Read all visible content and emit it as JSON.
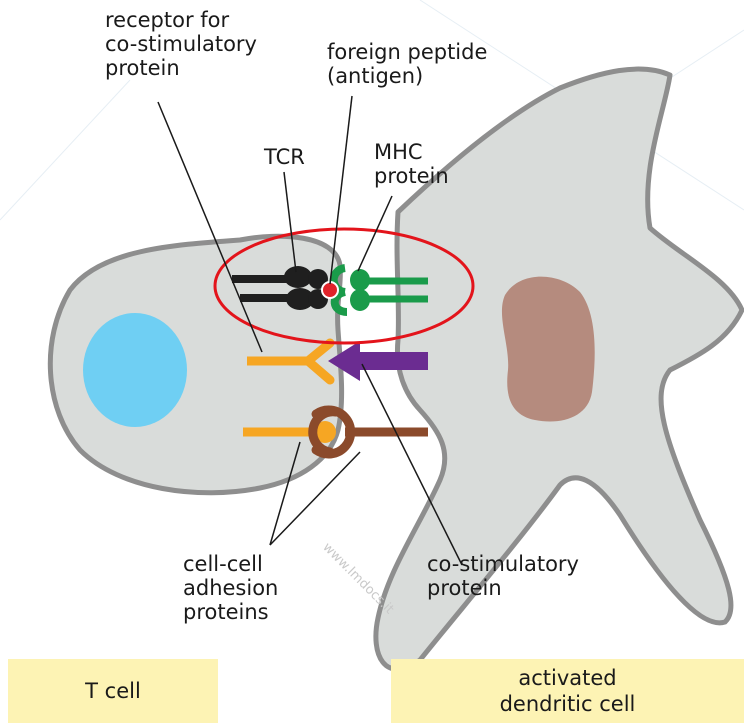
{
  "labels": {
    "receptor_line1": "receptor for",
    "receptor_line2": "co-stimulatory",
    "receptor_line3": "protein",
    "peptide_line1": "foreign peptide",
    "peptide_line2": "(antigen)",
    "tcr": "TCR",
    "mhc_line1": "MHC",
    "mhc_line2": "protein",
    "adhesion_line1": "cell-cell",
    "adhesion_line2": "adhesion",
    "adhesion_line3": "proteins",
    "costim_line1": "co-stimulatory",
    "costim_line2": "protein"
  },
  "boxes": {
    "t_cell": "T cell",
    "dendritic_line1": "activated",
    "dendritic_line2": "dendritic cell"
  },
  "watermark": "www.lmdocs.it",
  "colors": {
    "cell_fill": "#d9dcda",
    "cell_outline": "#8e8e8e",
    "nucleus_t": "#6fcff3",
    "nucleus_dendritic": "#b58b7e",
    "tcr": "#1f1f1f",
    "mhc": "#1a9b4a",
    "antigen": "#e0232a",
    "highlight_ring": "#e3141b",
    "receptor": "#f6a623",
    "costim": "#6b2c91",
    "adhesion_partner": "#8b4a2b",
    "label_box": "#fdf3b4"
  }
}
